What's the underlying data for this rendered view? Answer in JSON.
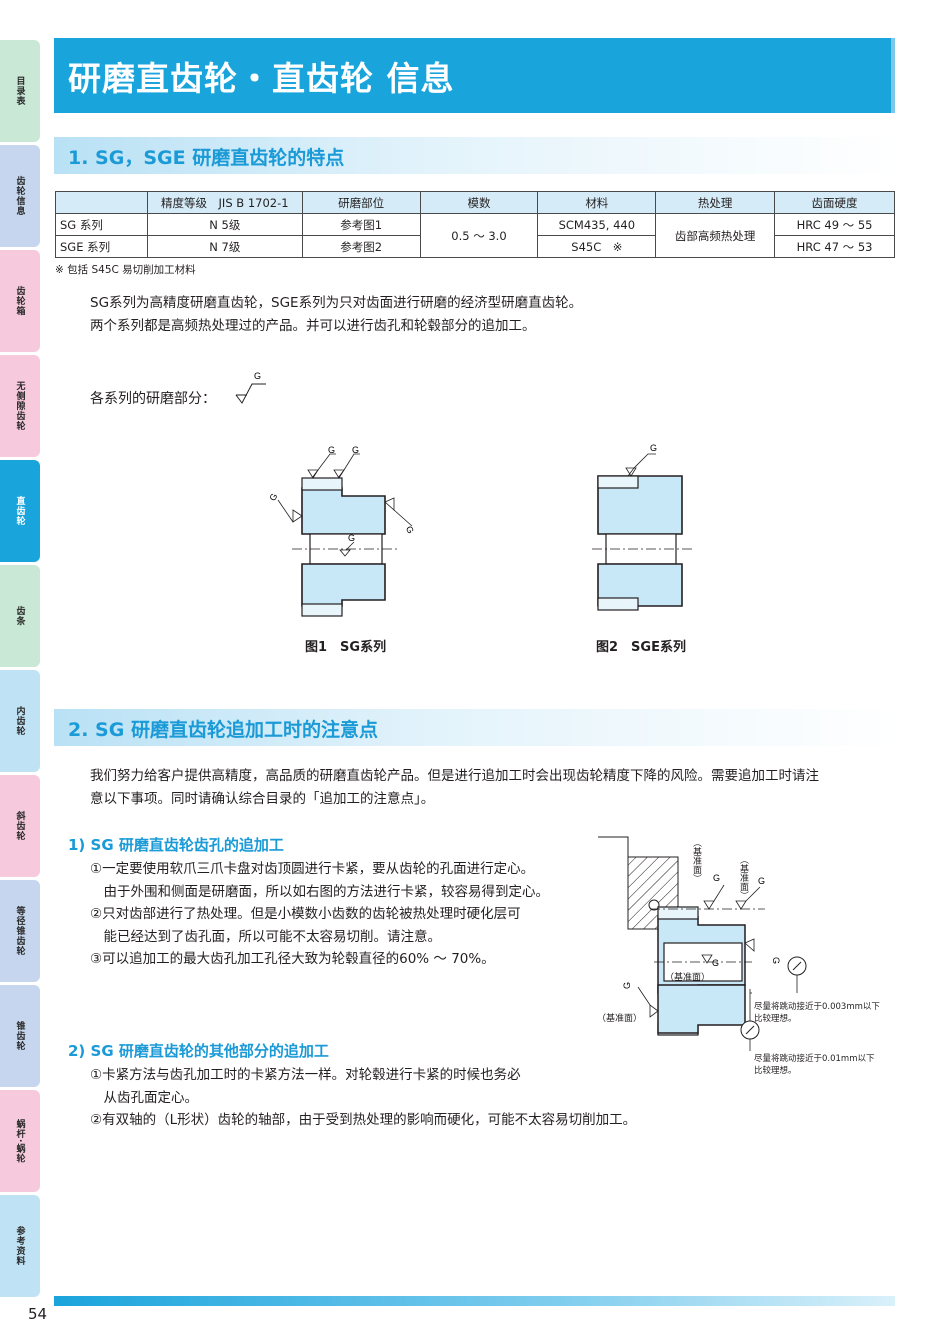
{
  "side_tabs": [
    {
      "label": "目录表",
      "color": "#c9e8d6"
    },
    {
      "label": "齿轮信息",
      "color": "#c6d6ee"
    },
    {
      "label": "齿轮箱",
      "color": "#f6c9dc"
    },
    {
      "label": "无侧隙齿轮",
      "color": "#f6c9dc"
    },
    {
      "label": "直齿轮",
      "color": "#1aa4dc"
    },
    {
      "label": "齿条",
      "color": "#c9e8d6"
    },
    {
      "label": "内齿轮",
      "color": "#bfe3f5"
    },
    {
      "label": "斜齿轮",
      "color": "#f6c9dc"
    },
    {
      "label": "等径锥齿轮",
      "color": "#c6d6ee"
    },
    {
      "label": "锥齿轮",
      "color": "#c6d6ee"
    },
    {
      "label": "蜗杆·蜗轮",
      "color": "#f6c9dc"
    },
    {
      "label": "参考资料",
      "color": "#bfe3f5"
    }
  ],
  "header": {
    "title": "研磨直齿轮・直齿轮 信息"
  },
  "section1": {
    "title": "1. SG，SGE 研磨直齿轮的特点",
    "table": {
      "headers": [
        "",
        "精度等级　JIS B 1702-1",
        "研磨部位",
        "模数",
        "材料",
        "热处理",
        "齿面硬度"
      ],
      "rows": [
        {
          "series": "SG 系列",
          "grade": "N 5级",
          "part": "参考图1",
          "material": "SCM435, 440",
          "hardness": "HRC 49 ～ 55"
        },
        {
          "series": "SGE 系列",
          "grade": "N 7级",
          "part": "参考图2",
          "material": "S45C　※",
          "hardness": "HRC 47 ～ 53"
        }
      ],
      "module": "0.5 ～ 3.0",
      "heat": "齿部高频热处理"
    },
    "footnote": "※ 包括 S45C 易切削加工材料",
    "para1": "SG系列为高精度研磨直齿轮，SGE系列为只对齿面进行研磨的经济型研磨直齿轮。",
    "para2": "两个系列都是高频热处理过的产品。并可以进行齿孔和轮毂部分的追加工。",
    "grind_label": "各系列的研磨部分：",
    "grind_symbol": "G",
    "fig1_caption": "图1　SG系列",
    "fig2_caption": "图2　SGE系列"
  },
  "section2": {
    "title": "2. SG 研磨直齿轮追加工时的注意点",
    "intro1": "我们努力给客户提供高精度，高品质的研磨直齿轮产品。但是进行追加工时会出现齿轮精度下降的风险。需要追加工时请注",
    "intro2": "意以下事项。同时请确认综合目录的「追加工的注意点」。",
    "sub1": {
      "title": "1) SG 研磨直齿轮齿孔的追加工",
      "lines": [
        "①一定要使用软爪三爪卡盘对齿顶圆进行卡紧，要从齿轮的孔面进行定心。",
        "　由于外围和侧面是研磨面，所以如右图的方法进行卡紧，较容易得到定心。",
        "②只对齿部进行了热处理。但是小模数小齿数的齿轮被热处理时硬化层可",
        "　能已经达到了齿孔面，所以可能不太容易切削。请注意。",
        "③可以追加工的最大齿孔加工孔径大致为轮毂直径的60% ～ 70%。"
      ]
    },
    "sub2": {
      "title": "2) SG 研磨直齿轮的其他部分的追加工",
      "lines": [
        "①卡紧方法与齿孔加工时的卡紧方法一样。对轮毂进行卡紧的时候也务必",
        "　从齿孔面定心。",
        "②有双轴的（L形状）齿轮的轴部，由于受到热处理的影响而硬化，可能不太容易切削加工。"
      ]
    },
    "diagram": {
      "ref_top1": "（基准面）",
      "ref_top2": "（基准面）",
      "ref_mid": "（基准面）",
      "ref_left": "（基准面）",
      "g": "G",
      "note1a": "尽量将跳动接近于0.003mm以下",
      "note1b": "比较理想。",
      "note2a": "尽量将跳动接近于0.01mm以下",
      "note2b": "比较理想。"
    }
  },
  "page": {
    "number": "54"
  },
  "colors": {
    "accent": "#1aa4dc",
    "heading": "#1a9ad6",
    "gear_fill": "#c8e7f7"
  }
}
